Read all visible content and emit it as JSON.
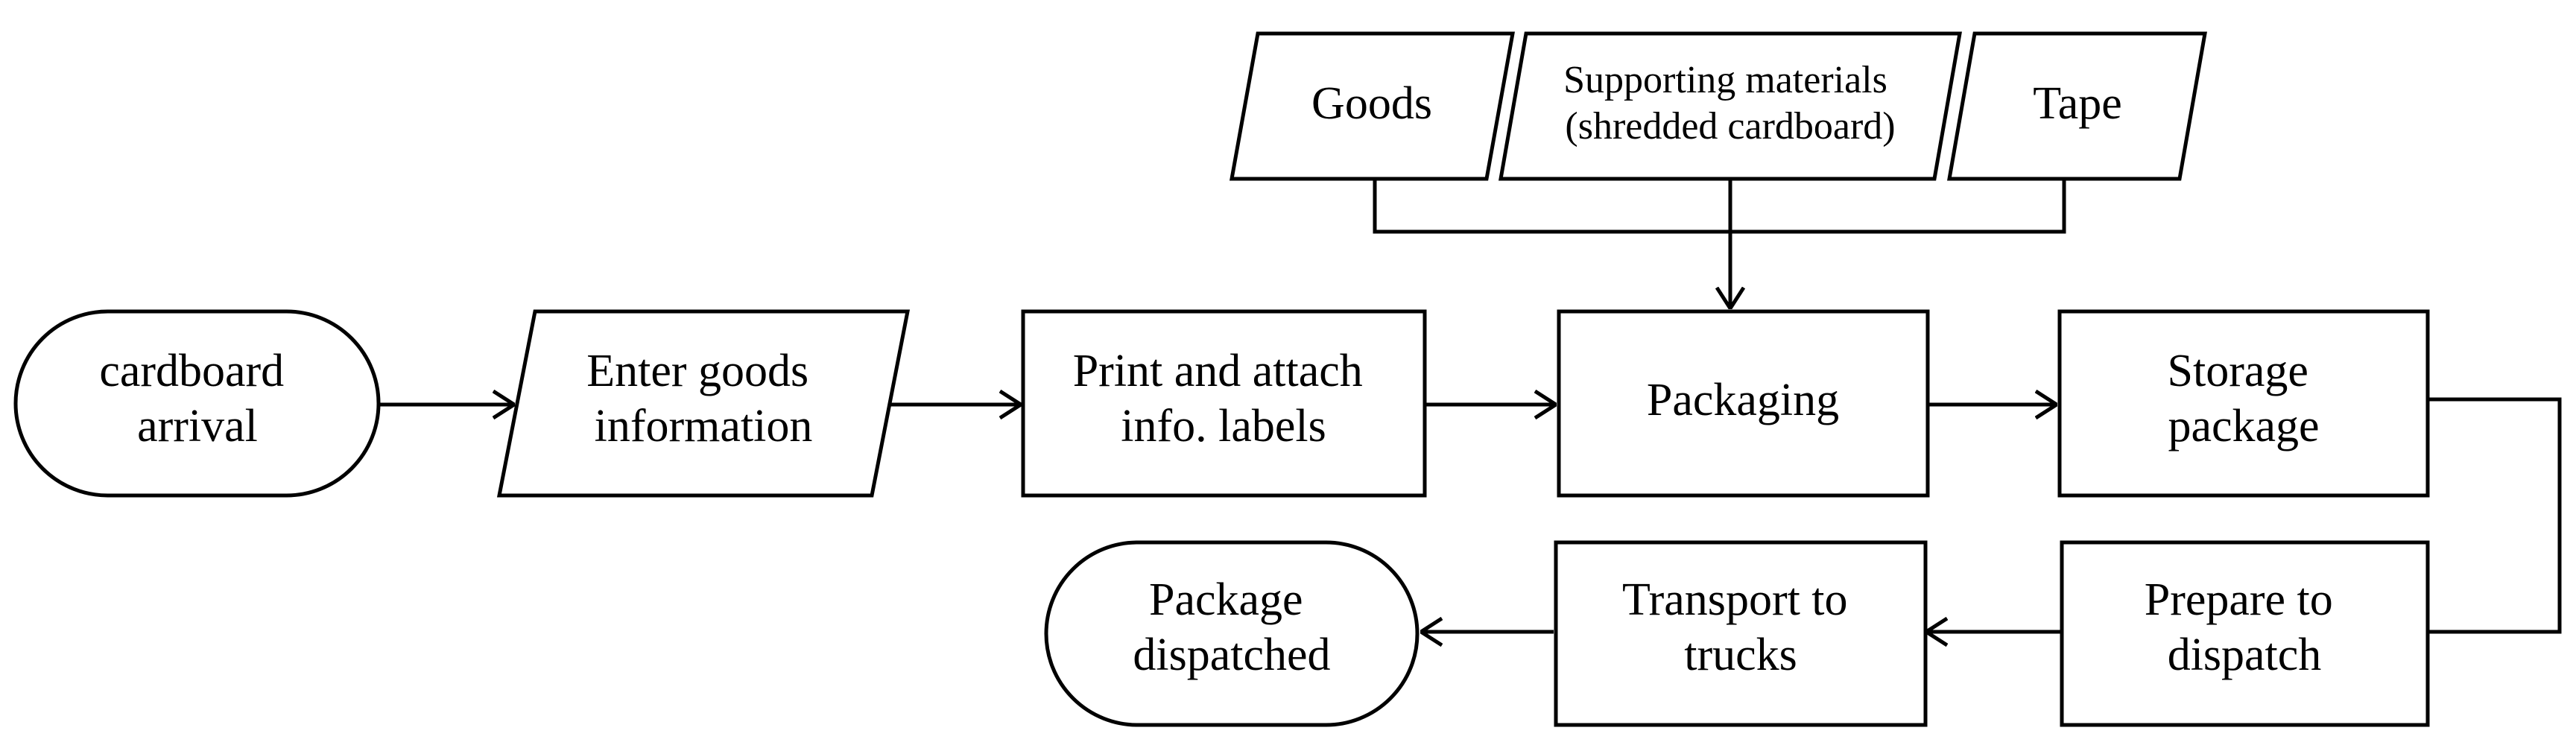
{
  "diagram": {
    "nodes": {
      "cardboard_arrival": {
        "lines": [
          "cardboard",
          "arrival"
        ]
      },
      "enter_goods_information": {
        "lines": [
          "Enter goods",
          "information"
        ]
      },
      "print_attach_labels": {
        "lines": [
          "Print and attach",
          "info. labels"
        ]
      },
      "packaging": {
        "lines": [
          "Packaging"
        ]
      },
      "storage_package": {
        "lines": [
          "Storage",
          "package"
        ]
      },
      "prepare_to_dispatch": {
        "lines": [
          "Prepare to",
          "dispatch"
        ]
      },
      "transport_to_trucks": {
        "lines": [
          "Transport to",
          "trucks"
        ]
      },
      "package_dispatched": {
        "lines": [
          "Package",
          "dispatched"
        ]
      },
      "goods": {
        "lines": [
          "Goods"
        ]
      },
      "supporting_materials": {
        "lines": [
          "Supporting materials",
          "(shredded cardboard)"
        ]
      },
      "tape": {
        "lines": [
          "Tape"
        ]
      }
    }
  }
}
